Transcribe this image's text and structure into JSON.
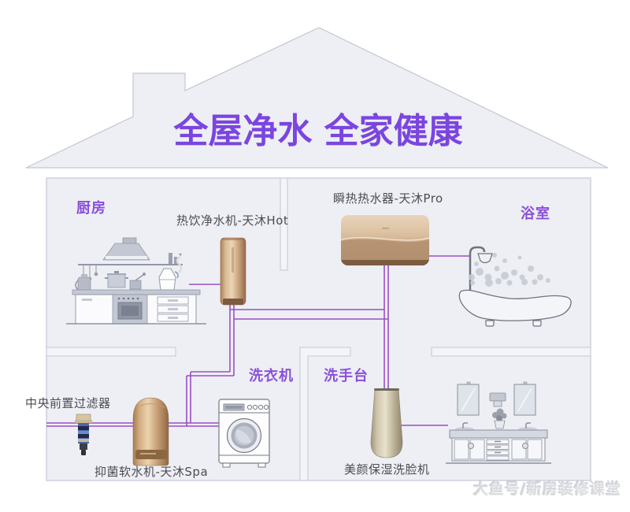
{
  "title": {
    "text": "全屋净水 全家健康"
  },
  "rooms": {
    "kitchen": "厨房",
    "bathroom": "浴室",
    "laundry": "洗衣机",
    "washstand": "洗手台"
  },
  "devices": {
    "hot_drink_purifier": {
      "label": "热饮净水机-天沐Hot"
    },
    "instant_water_heater": {
      "label": "瞬热热水器-天沐Pro"
    },
    "central_prefilter": {
      "label": "中央前置过滤器"
    },
    "antibacterial_softener": {
      "label": "抑菌软水机-天沐Spa"
    },
    "face_washer": {
      "label": "美颜保湿洗脸机"
    }
  },
  "watermark": {
    "text": "大鱼号/新房装修课堂"
  },
  "colors": {
    "title_purple": "#7b45e0",
    "room_label_purple": "#8a50d8",
    "pipe_purple": "#9c4ec4",
    "house_fill": "#edeff4",
    "outline_gray": "#c3c7d2",
    "device_gold": "#d2ad83",
    "label_gray": "#4b4c54"
  }
}
